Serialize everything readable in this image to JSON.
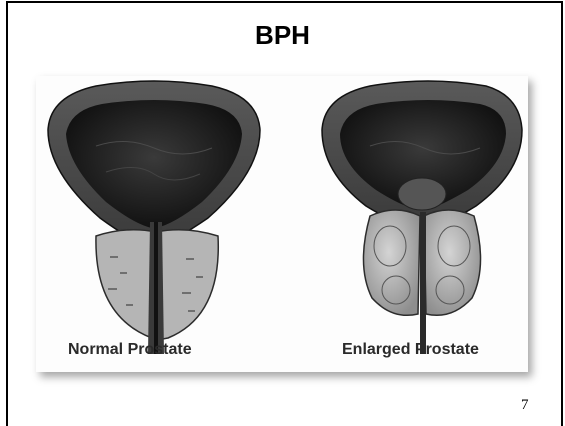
{
  "slide": {
    "title": "BPH",
    "page_number": "7"
  },
  "figure": {
    "left_caption": "Normal Prostate",
    "right_caption": "Enlarged Prostate"
  },
  "colors": {
    "frame": "#000000",
    "bladder_wall": "#4a4a4a",
    "bladder_cavity": "#1c1c1c",
    "prostate_tissue": "#b5b5b5"
  }
}
